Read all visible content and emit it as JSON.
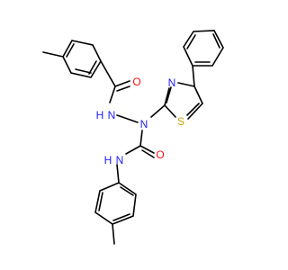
{
  "colors": {
    "bond": "#000000",
    "N": "#2020ff",
    "O": "#ff0d0d",
    "S": "#c8a000"
  },
  "labels": {
    "o_amide_top": "O",
    "nh_hydrazide": "H",
    "n_hydrazide": "N",
    "n_thiazole": "N",
    "s_thiazole": "S",
    "n_central": "N",
    "o_urea": "O",
    "n_urea": "N",
    "h_urea": "H"
  }
}
